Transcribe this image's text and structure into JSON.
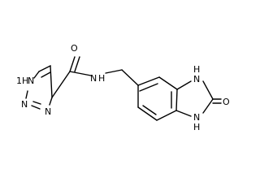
{
  "molecule": {
    "atoms": {
      "n1h": "1H",
      "n1": "N",
      "n2": "N",
      "n3": "N",
      "carbonyl_o": "O",
      "amide_n": "N",
      "amide_h": "H",
      "bzim_n1": "N",
      "bzim_n1_h": "H",
      "bzim_n3": "N",
      "bzim_n3_h": "H",
      "ketone_o": "O"
    }
  }
}
